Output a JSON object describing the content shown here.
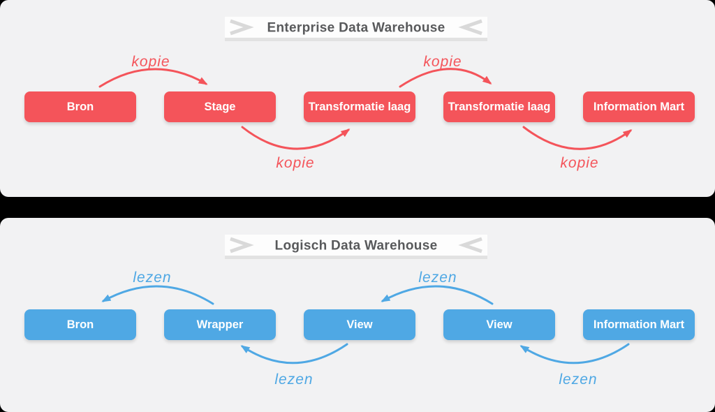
{
  "colors": {
    "enterprise_accent": "#f4545a",
    "logical_accent": "#4fa8e4",
    "panel_background": "#f2f2f3",
    "page_background": "#000000",
    "banner_text": "#58595b",
    "box_text": "#ffffff"
  },
  "panels": [
    {
      "title": "Enterprise Data Warehouse",
      "boxes": [
        "Bron",
        "Stage",
        "Transformatie laag",
        "Transformatie laag",
        "Information Mart"
      ],
      "arrow_labels": [
        "kopie",
        "kopie",
        "kopie",
        "kopie"
      ],
      "arrow_direction": "right"
    },
    {
      "title": "Logisch Data Warehouse",
      "boxes": [
        "Bron",
        "Wrapper",
        "View",
        "View",
        "Information Mart"
      ],
      "arrow_labels": [
        "lezen",
        "lezen",
        "lezen",
        "lezen"
      ],
      "arrow_direction": "left"
    }
  ]
}
